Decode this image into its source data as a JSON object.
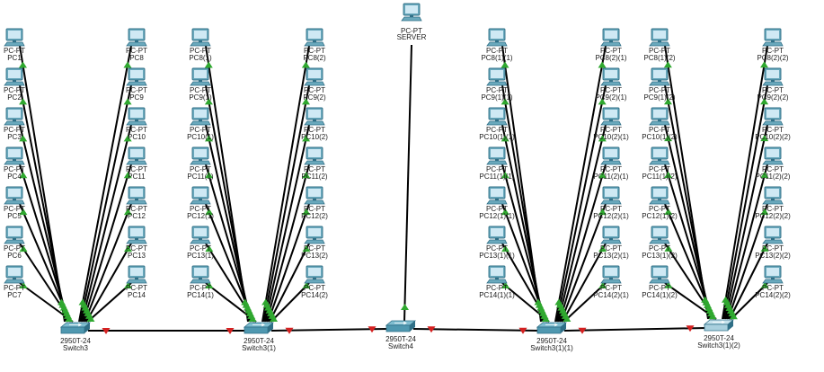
{
  "colors": {
    "link": "#000000",
    "link_up": "#2fa82f",
    "link_down": "#d42020",
    "device_body": "#6aa9bd",
    "device_dark": "#2f6f86",
    "screen": "#cfe9f4"
  },
  "server": {
    "type_label": "PC-PT",
    "name": "SERVER"
  },
  "switches": [
    {
      "id": "sw3",
      "model": "2950T-24",
      "name": "Switch3"
    },
    {
      "id": "sw31",
      "model": "2950T-24",
      "name": "Switch3(1)"
    },
    {
      "id": "sw4",
      "model": "2950T-24",
      "name": "Switch4"
    },
    {
      "id": "sw311",
      "model": "2950T-24",
      "name": "Switch3(1)(1)"
    },
    {
      "id": "sw312",
      "model": "2950T-24",
      "name": "Switch3(1)(2)"
    }
  ],
  "pc_type_label": "PC-PT",
  "groups": [
    {
      "switch": "sw3",
      "left": [
        "PC1",
        "PC2",
        "PC3",
        "PC4",
        "PC5",
        "PC6",
        "PC7"
      ],
      "right": [
        "PC8",
        "PC9",
        "PC10",
        "PC11",
        "PC12",
        "PC13",
        "PC14"
      ]
    },
    {
      "switch": "sw31",
      "left": [
        "PC8(1)",
        "PC9(1)",
        "PC10(1)",
        "PC11(1)",
        "PC12(1)",
        "PC13(1)",
        "PC14(1)"
      ],
      "right": [
        "PC8(2)",
        "PC9(2)",
        "PC10(2)",
        "PC11(2)",
        "PC12(2)",
        "PC13(2)",
        "PC14(2)"
      ]
    },
    {
      "switch": "sw311",
      "left": [
        "PC8(1)(1)",
        "PC9(1)(1)",
        "PC10(1)(1)",
        "PC11(1)(1)",
        "PC12(1)(1)",
        "PC13(1)(1)",
        "PC14(1)(1)"
      ],
      "right": [
        "PC8(2)(1)",
        "PC9(2)(1)",
        "PC10(2)(1)",
        "PC11(2)(1)",
        "PC12(2)(1)",
        "PC13(2)(1)",
        "PC14(2)(1)"
      ]
    },
    {
      "switch": "sw312",
      "left": [
        "PC8(1)(2)",
        "PC9(1)(2)",
        "PC10(1)(2)",
        "PC11(1)(2)",
        "PC12(1)(2)",
        "PC13(1)(2)",
        "PC14(1)(2)"
      ],
      "right": [
        "PC8(2)(2)",
        "PC9(2)(2)",
        "PC10(2)(2)",
        "PC11(2)(2)",
        "PC12(2)(2)",
        "PC13(2)(2)",
        "PC14(2)(2)"
      ]
    }
  ],
  "trunks": [
    {
      "from": "sw3",
      "to": "sw31",
      "status": "down"
    },
    {
      "from": "sw31",
      "to": "sw4",
      "status": "down"
    },
    {
      "from": "sw4",
      "to": "sw311",
      "status": "down"
    },
    {
      "from": "sw311",
      "to": "sw312",
      "status": "down"
    }
  ],
  "server_link": {
    "to": "sw4",
    "status": "up"
  }
}
